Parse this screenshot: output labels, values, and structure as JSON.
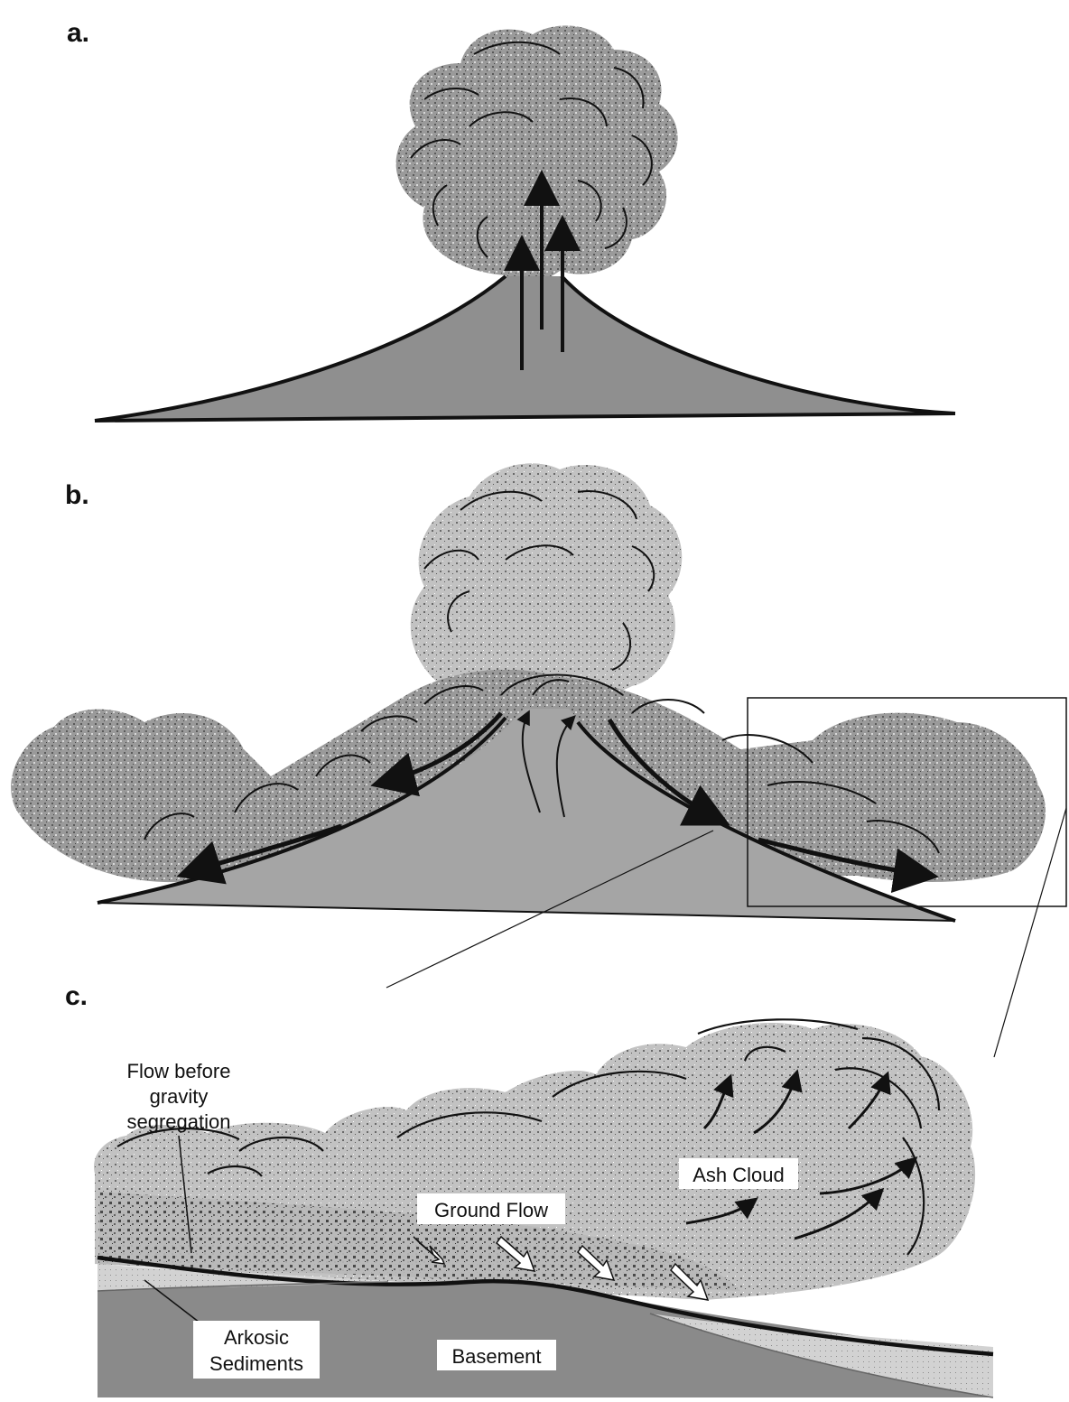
{
  "panels": {
    "a": {
      "label": "a."
    },
    "b": {
      "label": "b."
    },
    "c": {
      "label": "c."
    }
  },
  "annotations": {
    "flow_before_1": "Flow before",
    "flow_before_2": "gravity",
    "flow_before_3": "segregation",
    "ash_cloud": "Ash Cloud",
    "ground_flow": "Ground Flow",
    "arkosic_1": "Arkosic",
    "arkosic_2": "Sediments",
    "basement": "Basement"
  },
  "colors": {
    "cone_fill": "#8f8f8f",
    "cloud_dark": "#7c7c7c",
    "cloud_light": "#b0b0b0",
    "basement_fill": "#8a8a8a",
    "sediment_fill": "#cfcfcf",
    "line": "#111111"
  }
}
